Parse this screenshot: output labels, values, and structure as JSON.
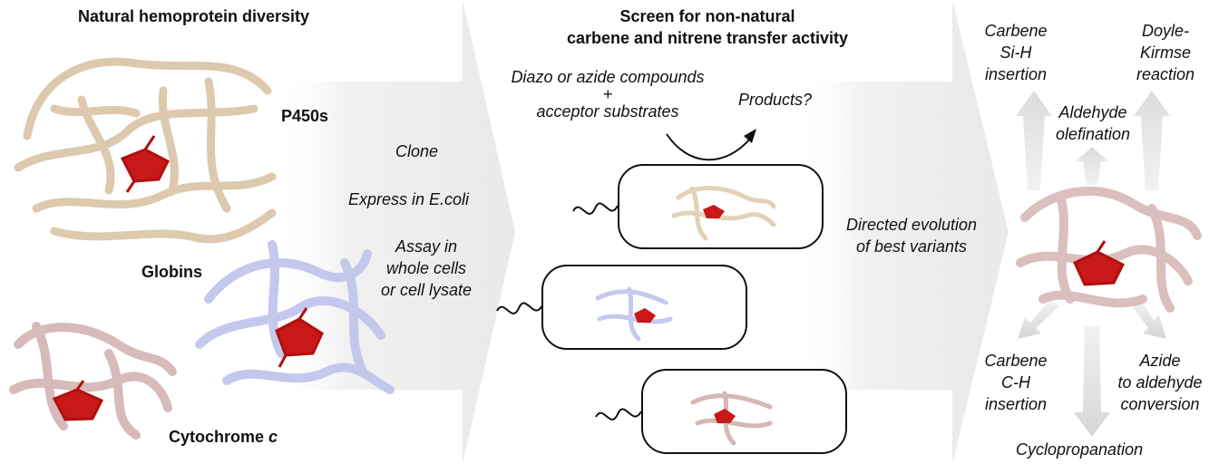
{
  "left_panel": {
    "title": "Natural hemoprotein diversity",
    "families": {
      "p450s": "P450s",
      "globins": "Globins",
      "cytochrome_prefix": "Cytochrome ",
      "cytochrome_suffix": "c"
    }
  },
  "steps": {
    "clone": "Clone",
    "express": "Express in E.coli",
    "assay": [
      "Assay in",
      "whole cells",
      "or cell lysate"
    ]
  },
  "screen_panel": {
    "title": [
      "Screen for non-natural",
      "carbene and nitrene transfer activity"
    ],
    "reactants": [
      "Diazo or azide compounds",
      "+",
      "acceptor substrates"
    ],
    "products": "Products?"
  },
  "evolution": [
    "Directed evolution",
    "of best variants"
  ],
  "reactions": {
    "si_h": [
      "Carbene",
      "Si-H",
      "insertion"
    ],
    "doyle_kirmse": [
      "Doyle-",
      "Kirmse",
      "reaction"
    ],
    "aldehyde_olefination": [
      "Aldehyde",
      "olefination"
    ],
    "c_h": [
      "Carbene",
      "C-H",
      "insertion"
    ],
    "azide_aldehyde": [
      "Azide",
      "to aldehyde",
      "conversion"
    ],
    "cyclopropanation": "Cyclopropanation"
  },
  "colors": {
    "heme": "#b01010",
    "p450_protein": "#e6d3b8",
    "globin_protein": "#c8cbee",
    "cytochrome_protein": "#d7b8b8",
    "arrow_gray": "#eeeeee"
  }
}
